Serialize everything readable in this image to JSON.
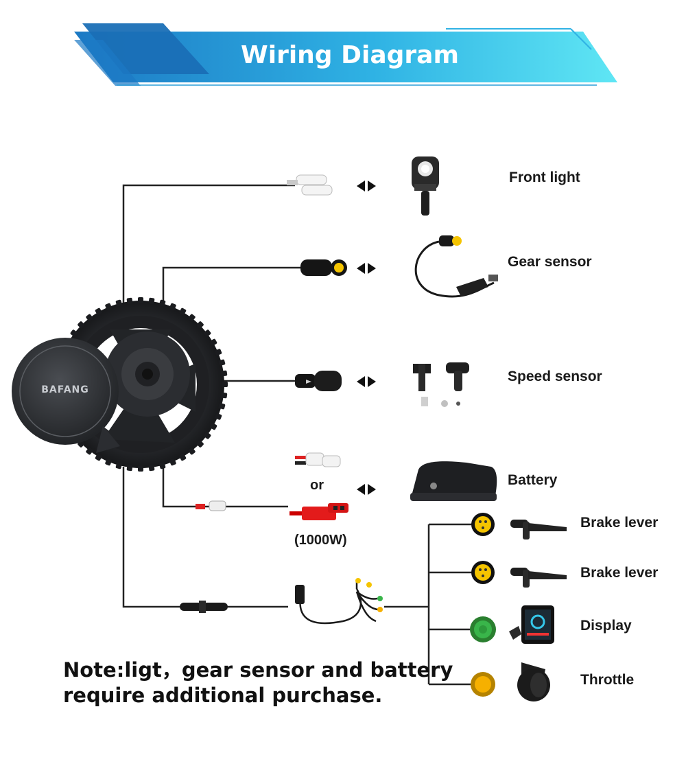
{
  "header": {
    "title": "Wiring Diagram",
    "colors": {
      "banner_left": "#1e7fc7",
      "banner_right": "#59e3f3"
    }
  },
  "motor": {
    "brand": "BAFANG"
  },
  "components": {
    "front_light": "Front light",
    "gear_sensor": "Gear sensor",
    "speed_sensor": "Speed sensor",
    "battery": "Battery"
  },
  "battery_options": {
    "or": "or",
    "power": "(1000W)"
  },
  "harness": {
    "brake_lever_1": "Brake lever",
    "brake_lever_2": "Brake lever",
    "display": "Display",
    "throttle": "Throttle"
  },
  "connector_colors": {
    "brake": "#f5c400",
    "display": "#39b54a",
    "throttle": "#f6b000"
  },
  "note": {
    "line1": "Note:ligt，gear sensor and battery",
    "line2": "require additional purchase."
  }
}
